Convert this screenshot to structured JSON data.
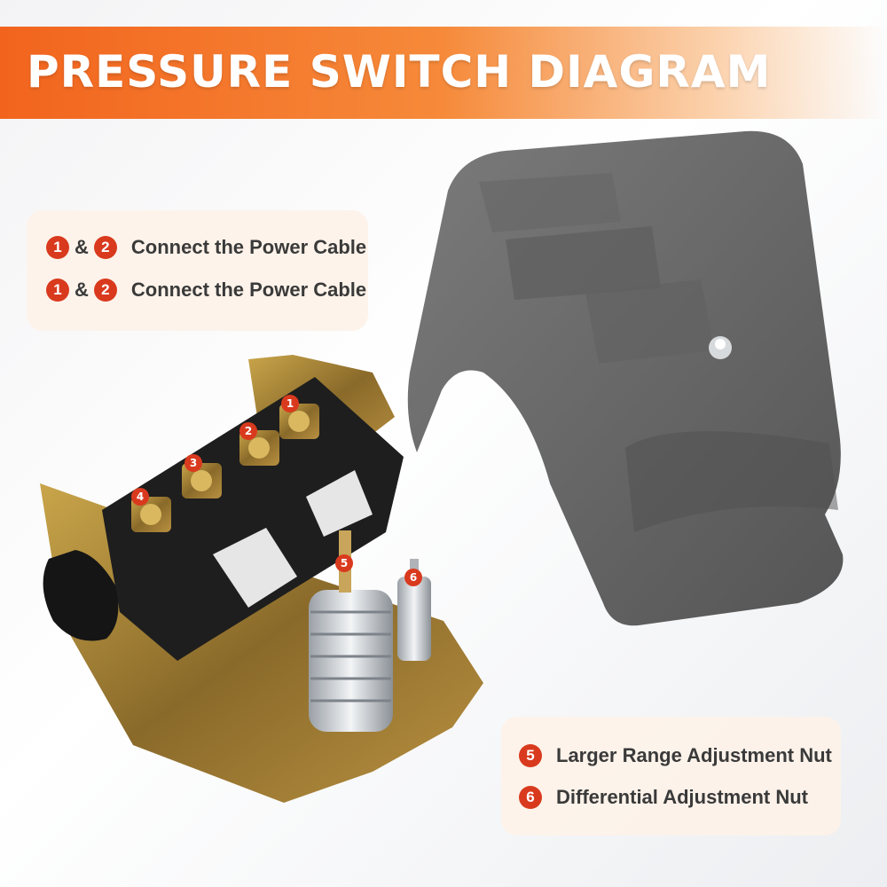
{
  "banner": {
    "title": "PRESSURE SWITCH DIAGRAM",
    "color": "#f2641e"
  },
  "top_labels": [
    {
      "badge_a": "1",
      "amp": "&",
      "badge_b": "2",
      "text": "Connect the Power Cable"
    },
    {
      "badge_a": "1",
      "amp": "&",
      "badge_b": "2",
      "text": "Connect the Power Cable"
    }
  ],
  "bottom_labels": [
    {
      "badge": "5",
      "text": "Larger Range Adjustment Nut"
    },
    {
      "badge": "6",
      "text": "Differential Adjustment Nut"
    }
  ],
  "markers": [
    "1",
    "2",
    "3",
    "4",
    "5",
    "6"
  ],
  "colors": {
    "badge": "#d93a1e",
    "cover": "#6e6e6e",
    "box": "#fdf2e8"
  }
}
